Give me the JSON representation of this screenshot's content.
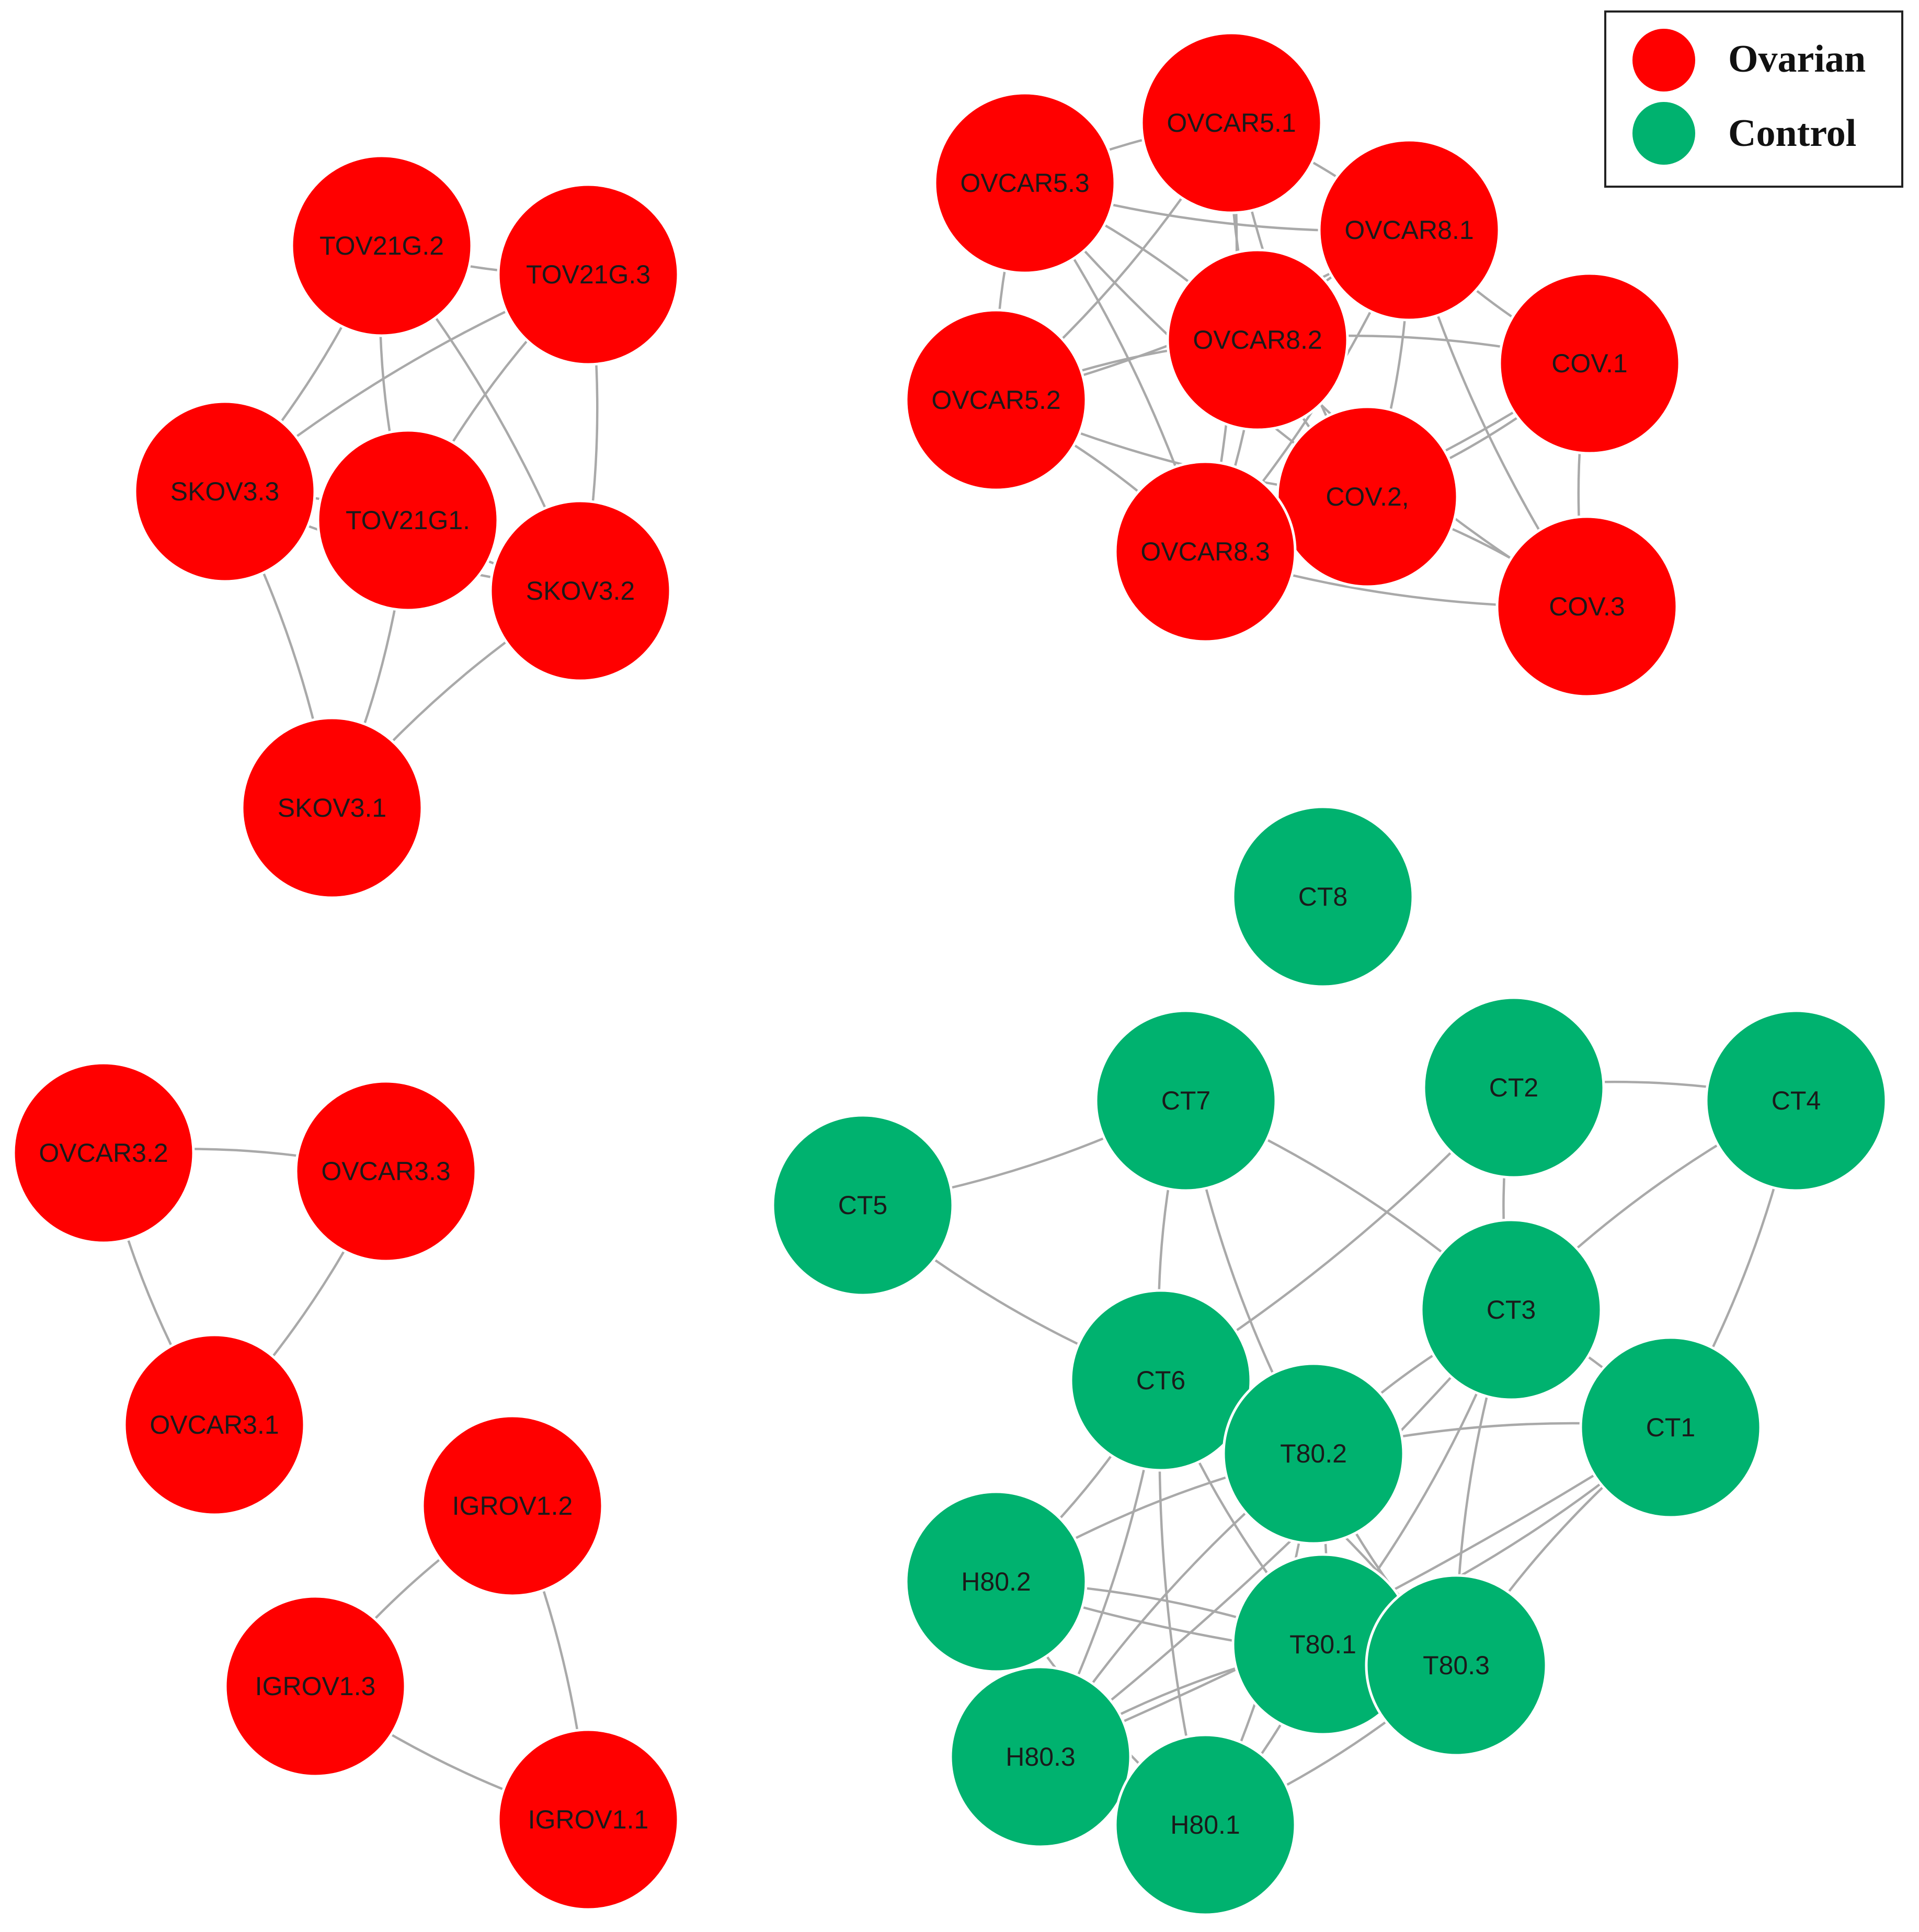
{
  "legend": {
    "items": [
      {
        "label": "Ovarian",
        "color": "#ff0000"
      },
      {
        "label": "Control",
        "color": "#00b26f"
      }
    ]
  },
  "colors": {
    "ovarian": "#ff0000",
    "control": "#00b26f",
    "edge": "#a9a9a9"
  },
  "nodes": [
    {
      "id": "TOV21G.2",
      "group": "ovarian"
    },
    {
      "id": "TOV21G.3",
      "group": "ovarian"
    },
    {
      "id": "SKOV3.3",
      "group": "ovarian"
    },
    {
      "id": "TOV21G1.",
      "group": "ovarian"
    },
    {
      "id": "SKOV3.2",
      "group": "ovarian"
    },
    {
      "id": "SKOV3.1",
      "group": "ovarian"
    },
    {
      "id": "OVCAR5.3",
      "group": "ovarian"
    },
    {
      "id": "OVCAR5.1",
      "group": "ovarian"
    },
    {
      "id": "OVCAR8.1",
      "group": "ovarian"
    },
    {
      "id": "OVCAR8.2",
      "group": "ovarian"
    },
    {
      "id": "OVCAR5.2",
      "group": "ovarian"
    },
    {
      "id": "COV.1",
      "group": "ovarian"
    },
    {
      "id": "COV.2,",
      "group": "ovarian"
    },
    {
      "id": "OVCAR8.3",
      "group": "ovarian"
    },
    {
      "id": "COV.3",
      "group": "ovarian"
    },
    {
      "id": "OVCAR3.2",
      "group": "ovarian"
    },
    {
      "id": "OVCAR3.3",
      "group": "ovarian"
    },
    {
      "id": "OVCAR3.1",
      "group": "ovarian"
    },
    {
      "id": "IGROV1.2",
      "group": "ovarian"
    },
    {
      "id": "IGROV1.3",
      "group": "ovarian"
    },
    {
      "id": "IGROV1.1",
      "group": "ovarian"
    },
    {
      "id": "CT8",
      "group": "control"
    },
    {
      "id": "CT7",
      "group": "control"
    },
    {
      "id": "CT2",
      "group": "control"
    },
    {
      "id": "CT4",
      "group": "control"
    },
    {
      "id": "CT5",
      "group": "control"
    },
    {
      "id": "CT3",
      "group": "control"
    },
    {
      "id": "CT6",
      "group": "control"
    },
    {
      "id": "CT1",
      "group": "control"
    },
    {
      "id": "T80.2",
      "group": "control"
    },
    {
      "id": "H80.2",
      "group": "control"
    },
    {
      "id": "T80.1",
      "group": "control"
    },
    {
      "id": "T80.3",
      "group": "control"
    },
    {
      "id": "H80.3",
      "group": "control"
    },
    {
      "id": "H80.1",
      "group": "control"
    }
  ],
  "edges": [
    [
      "TOV21G.2",
      "TOV21G.3"
    ],
    [
      "TOV21G.2",
      "SKOV3.3"
    ],
    [
      "TOV21G.2",
      "TOV21G1."
    ],
    [
      "TOV21G.2",
      "SKOV3.2"
    ],
    [
      "TOV21G.3",
      "TOV21G1."
    ],
    [
      "TOV21G.3",
      "SKOV3.2"
    ],
    [
      "TOV21G.3",
      "SKOV3.3"
    ],
    [
      "SKOV3.3",
      "TOV21G1."
    ],
    [
      "SKOV3.3",
      "SKOV3.2"
    ],
    [
      "SKOV3.3",
      "SKOV3.1"
    ],
    [
      "TOV21G1.",
      "SKOV3.2"
    ],
    [
      "TOV21G1.",
      "SKOV3.1"
    ],
    [
      "SKOV3.2",
      "SKOV3.1"
    ],
    [
      "OVCAR5.3",
      "OVCAR5.1"
    ],
    [
      "OVCAR5.3",
      "OVCAR8.1"
    ],
    [
      "OVCAR5.3",
      "OVCAR8.2"
    ],
    [
      "OVCAR5.3",
      "OVCAR5.2"
    ],
    [
      "OVCAR5.3",
      "OVCAR8.3"
    ],
    [
      "OVCAR5.3",
      "COV.2,"
    ],
    [
      "OVCAR5.1",
      "OVCAR8.1"
    ],
    [
      "OVCAR5.1",
      "OVCAR8.2"
    ],
    [
      "OVCAR5.1",
      "OVCAR5.2"
    ],
    [
      "OVCAR5.1",
      "COV.2,"
    ],
    [
      "OVCAR5.1",
      "OVCAR8.3"
    ],
    [
      "OVCAR8.1",
      "OVCAR8.2"
    ],
    [
      "OVCAR8.1",
      "OVCAR5.2"
    ],
    [
      "OVCAR8.1",
      "COV.1"
    ],
    [
      "OVCAR8.1",
      "COV.2,"
    ],
    [
      "OVCAR8.1",
      "COV.3"
    ],
    [
      "OVCAR8.1",
      "OVCAR8.3"
    ],
    [
      "OVCAR8.2",
      "OVCAR5.2"
    ],
    [
      "OVCAR8.2",
      "COV.1"
    ],
    [
      "OVCAR8.2",
      "COV.2,"
    ],
    [
      "OVCAR8.2",
      "OVCAR8.3"
    ],
    [
      "OVCAR8.2",
      "COV.3"
    ],
    [
      "OVCAR5.2",
      "OVCAR8.3"
    ],
    [
      "OVCAR5.2",
      "COV.2,"
    ],
    [
      "COV.1",
      "COV.2,"
    ],
    [
      "COV.1",
      "COV.3"
    ],
    [
      "COV.1",
      "OVCAR8.3"
    ],
    [
      "COV.2,",
      "OVCAR8.3"
    ],
    [
      "COV.2,",
      "COV.3"
    ],
    [
      "OVCAR8.3",
      "COV.3"
    ],
    [
      "OVCAR3.2",
      "OVCAR3.3"
    ],
    [
      "OVCAR3.2",
      "OVCAR3.1"
    ],
    [
      "OVCAR3.3",
      "OVCAR3.1"
    ],
    [
      "IGROV1.2",
      "IGROV1.3"
    ],
    [
      "IGROV1.2",
      "IGROV1.1"
    ],
    [
      "IGROV1.3",
      "IGROV1.1"
    ],
    [
      "CT7",
      "CT5"
    ],
    [
      "CT7",
      "CT6"
    ],
    [
      "CT7",
      "CT3"
    ],
    [
      "CT7",
      "T80.2"
    ],
    [
      "CT2",
      "CT4"
    ],
    [
      "CT2",
      "CT3"
    ],
    [
      "CT2",
      "CT6"
    ],
    [
      "CT4",
      "CT3"
    ],
    [
      "CT4",
      "CT1"
    ],
    [
      "CT5",
      "CT6"
    ],
    [
      "CT3",
      "CT1"
    ],
    [
      "CT3",
      "T80.2"
    ],
    [
      "CT3",
      "T80.1"
    ],
    [
      "CT3",
      "T80.3"
    ],
    [
      "CT3",
      "H80.3"
    ],
    [
      "CT6",
      "T80.2"
    ],
    [
      "CT6",
      "H80.2"
    ],
    [
      "CT6",
      "T80.1"
    ],
    [
      "CT6",
      "T80.3"
    ],
    [
      "CT6",
      "H80.1"
    ],
    [
      "CT6",
      "H80.3"
    ],
    [
      "CT1",
      "T80.2"
    ],
    [
      "CT1",
      "T80.1"
    ],
    [
      "CT1",
      "T80.3"
    ],
    [
      "CT1",
      "H80.3"
    ],
    [
      "T80.2",
      "H80.2"
    ],
    [
      "T80.2",
      "T80.1"
    ],
    [
      "T80.2",
      "T80.3"
    ],
    [
      "T80.2",
      "H80.1"
    ],
    [
      "T80.2",
      "H80.3"
    ],
    [
      "H80.2",
      "T80.1"
    ],
    [
      "H80.2",
      "T80.3"
    ],
    [
      "H80.2",
      "H80.3"
    ],
    [
      "H80.2",
      "H80.1"
    ],
    [
      "T80.1",
      "T80.3"
    ],
    [
      "T80.1",
      "H80.3"
    ],
    [
      "T80.1",
      "H80.1"
    ],
    [
      "H80.3",
      "H80.1"
    ],
    [
      "T80.3",
      "H80.1"
    ]
  ]
}
